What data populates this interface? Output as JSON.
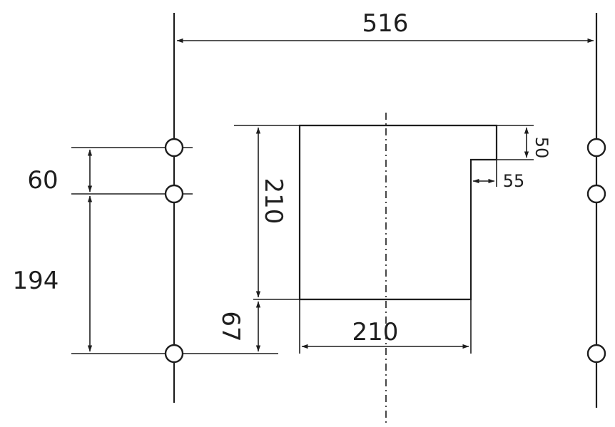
{
  "dimensions": {
    "overall_width": "516",
    "upper_hole_pitch": "60",
    "lower_hole_pitch": "194",
    "cutout_height": "210",
    "cutout_width": "210",
    "bottom_offset": "67",
    "notch_height": "50",
    "notch_width": "55"
  },
  "colors": {
    "line": "#1e1e1e",
    "background": "#ffffff"
  }
}
